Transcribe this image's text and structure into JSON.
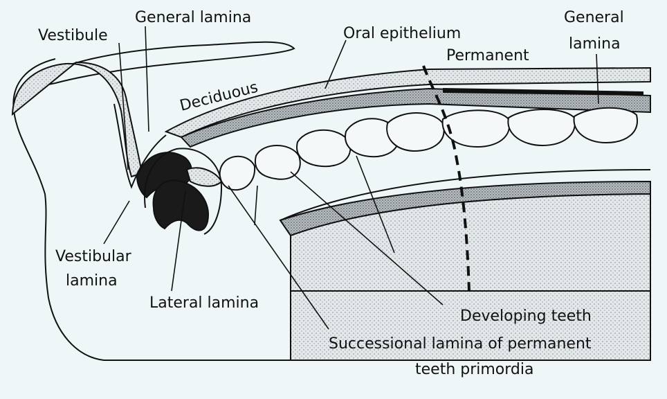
{
  "labels": {
    "vestibule": "Vestibule",
    "general_lamina_top": "General lamina",
    "oral_epithelium": "Oral epithelium",
    "permanent": "Permanent",
    "general_lamina_right_1": "General",
    "general_lamina_right_2": "lamina",
    "deciduous": "Deciduous",
    "vestibular_lamina_1": "Vestibular",
    "vestibular_lamina_2": "lamina",
    "lateral_lamina": "Lateral lamina",
    "developing_teeth": "Developing teeth",
    "successional_1": "Successional lamina of permanent",
    "successional_2": "teeth primordia"
  },
  "colors": {
    "background": "#eef6f8",
    "stipple": "#c9cfd2",
    "ink": "#111111"
  }
}
